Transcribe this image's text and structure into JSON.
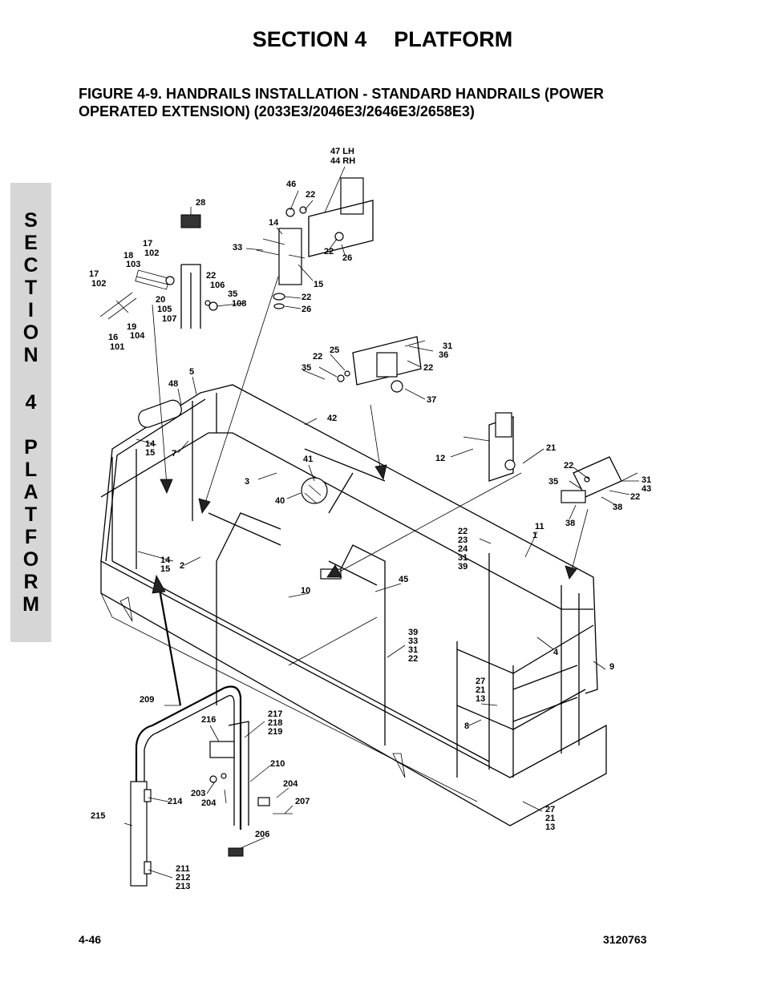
{
  "header": {
    "section_number": "SECTION 4",
    "section_title": "PLATFORM"
  },
  "figure": {
    "title_line1": "FIGURE 4-9. HANDRAILS INSTALLATION - STANDARD HANDRAILS (POWER",
    "title_line2": "OPERATED EXTENSION) (2033E3/2046E3/2646E3/2658E3)"
  },
  "side_tab": {
    "letters": [
      "S",
      "E",
      "C",
      "T",
      "I",
      "O",
      "N",
      "4",
      "P",
      "L",
      "A",
      "T",
      "F",
      "O",
      "R",
      "M"
    ]
  },
  "callouts": [
    [
      "47 LH",
      "44 RH"
    ],
    [
      "46"
    ],
    [
      "22"
    ],
    [
      "28"
    ],
    [
      "14"
    ],
    [
      "33"
    ],
    [
      "22"
    ],
    [
      "26"
    ],
    [
      "15"
    ],
    [
      "17",
      "102"
    ],
    [
      "18",
      "103"
    ],
    [
      "17",
      "102"
    ],
    [
      "22",
      "106"
    ],
    [
      "35",
      "108"
    ],
    [
      "22"
    ],
    [
      "26"
    ],
    [
      "20",
      "105",
      "107"
    ],
    [
      "19",
      "104"
    ],
    [
      "16",
      "101"
    ],
    [
      "31",
      "36"
    ],
    [
      "25"
    ],
    [
      "22"
    ],
    [
      "35"
    ],
    [
      "22"
    ],
    [
      "37"
    ],
    [
      "5"
    ],
    [
      "48"
    ],
    [
      "42"
    ],
    [
      "14",
      "15"
    ],
    [
      "7"
    ],
    [
      "41"
    ],
    [
      "3"
    ],
    [
      "40"
    ],
    [
      "12"
    ],
    [
      "21"
    ],
    [
      "22"
    ],
    [
      "35"
    ],
    [
      "31",
      "43"
    ],
    [
      "22"
    ],
    [
      "38"
    ],
    [
      "38"
    ],
    [
      "22",
      "23",
      "24",
      "31",
      "39"
    ],
    [
      "11",
      "1"
    ],
    [
      "14",
      "15"
    ],
    [
      "2"
    ],
    [
      "45"
    ],
    [
      "10"
    ],
    [
      "39",
      "33",
      "31",
      "22"
    ],
    [
      "4"
    ],
    [
      "9"
    ],
    [
      "27",
      "21",
      "13"
    ],
    [
      "8"
    ],
    [
      "209"
    ],
    [
      "216"
    ],
    [
      "217",
      "218",
      "219"
    ],
    [
      "210"
    ],
    [
      "203",
      "204"
    ],
    [
      "204"
    ],
    [
      "214"
    ],
    [
      "207"
    ],
    [
      "215"
    ],
    [
      "206"
    ],
    [
      "211",
      "212",
      "213"
    ],
    [
      "27",
      "21",
      "13"
    ]
  ],
  "footer": {
    "page_number": "4-46",
    "doc_number": "3120763"
  }
}
